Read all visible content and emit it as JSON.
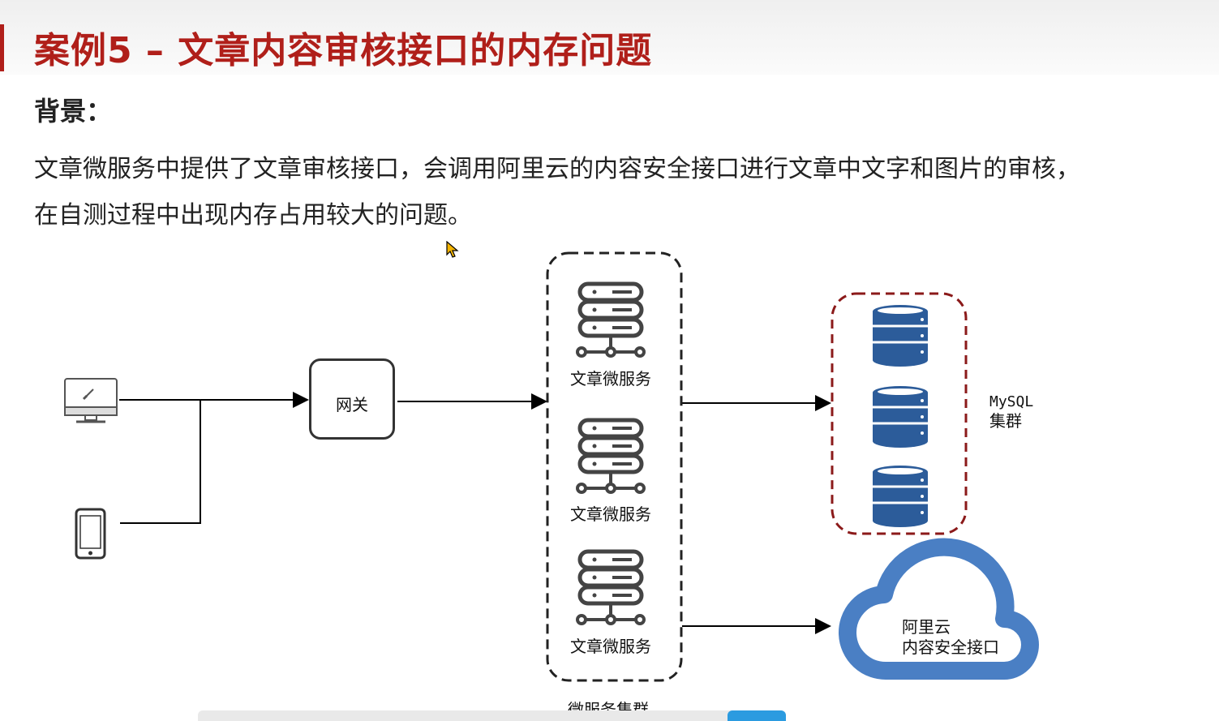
{
  "slide": {
    "title": "案例5 – 文章内容审核接口的内存问题",
    "background_heading": "背景：",
    "background_text": "文章微服务中提供了文章审核接口，会调用阿里云的内容安全接口进行文章中文字和图片的审核，在自测过程中出现内存占用较大的问题。"
  },
  "diagram": {
    "gateway_label": "网关",
    "services": [
      {
        "label": "文章微服务"
      },
      {
        "label": "文章微服务"
      },
      {
        "label": "文章微服务"
      }
    ],
    "cluster_label": "微服务集群",
    "mysql_label_line1": "MySQL",
    "mysql_label_line2": "集群",
    "aliyun_label_line1": "阿里云",
    "aliyun_label_line2": "内容安全接口",
    "icons": [
      "desktop-icon",
      "phone-icon",
      "server-icon",
      "database-icon",
      "cloud-icon"
    ],
    "colors": {
      "title_red": "#b01f1a",
      "mysql_border": "#8b1a1a",
      "database_blue": "#2c5c9a",
      "cloud_blue": "#4a7fc4"
    }
  }
}
